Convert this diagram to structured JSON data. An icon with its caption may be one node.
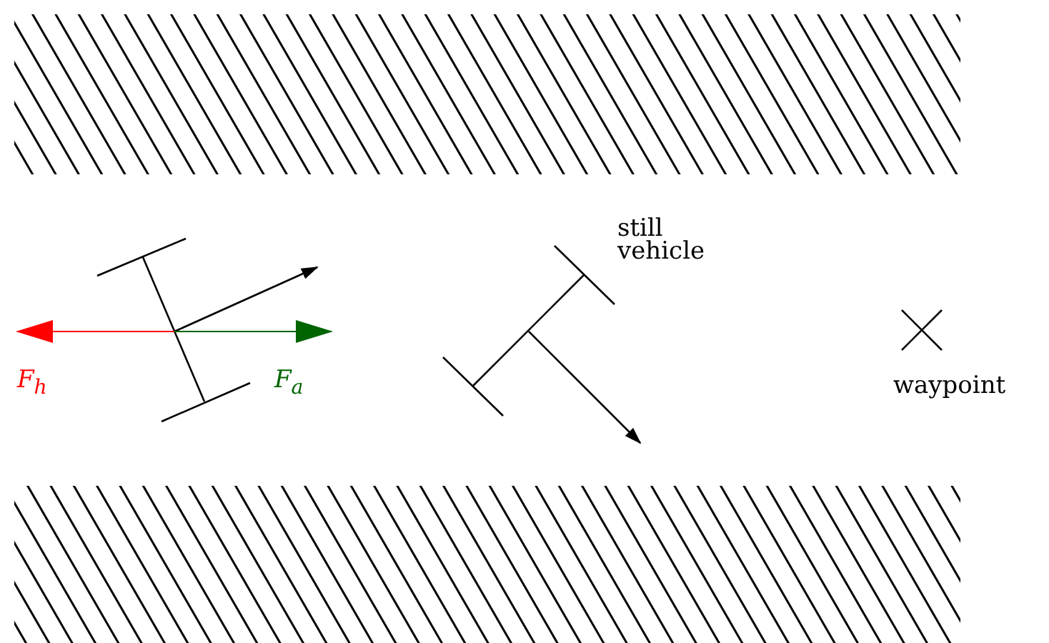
{
  "diagram": {
    "nodes": [
      {
        "text": [],
        "shape": "box"
      },
      {
        "text": [],
        "shape": "box"
      }
    ],
    "labels": [
      "still vehicle",
      "waypoint",
      "F$_{h}$",
      "F$_{a}$"
    ]
  }
}
